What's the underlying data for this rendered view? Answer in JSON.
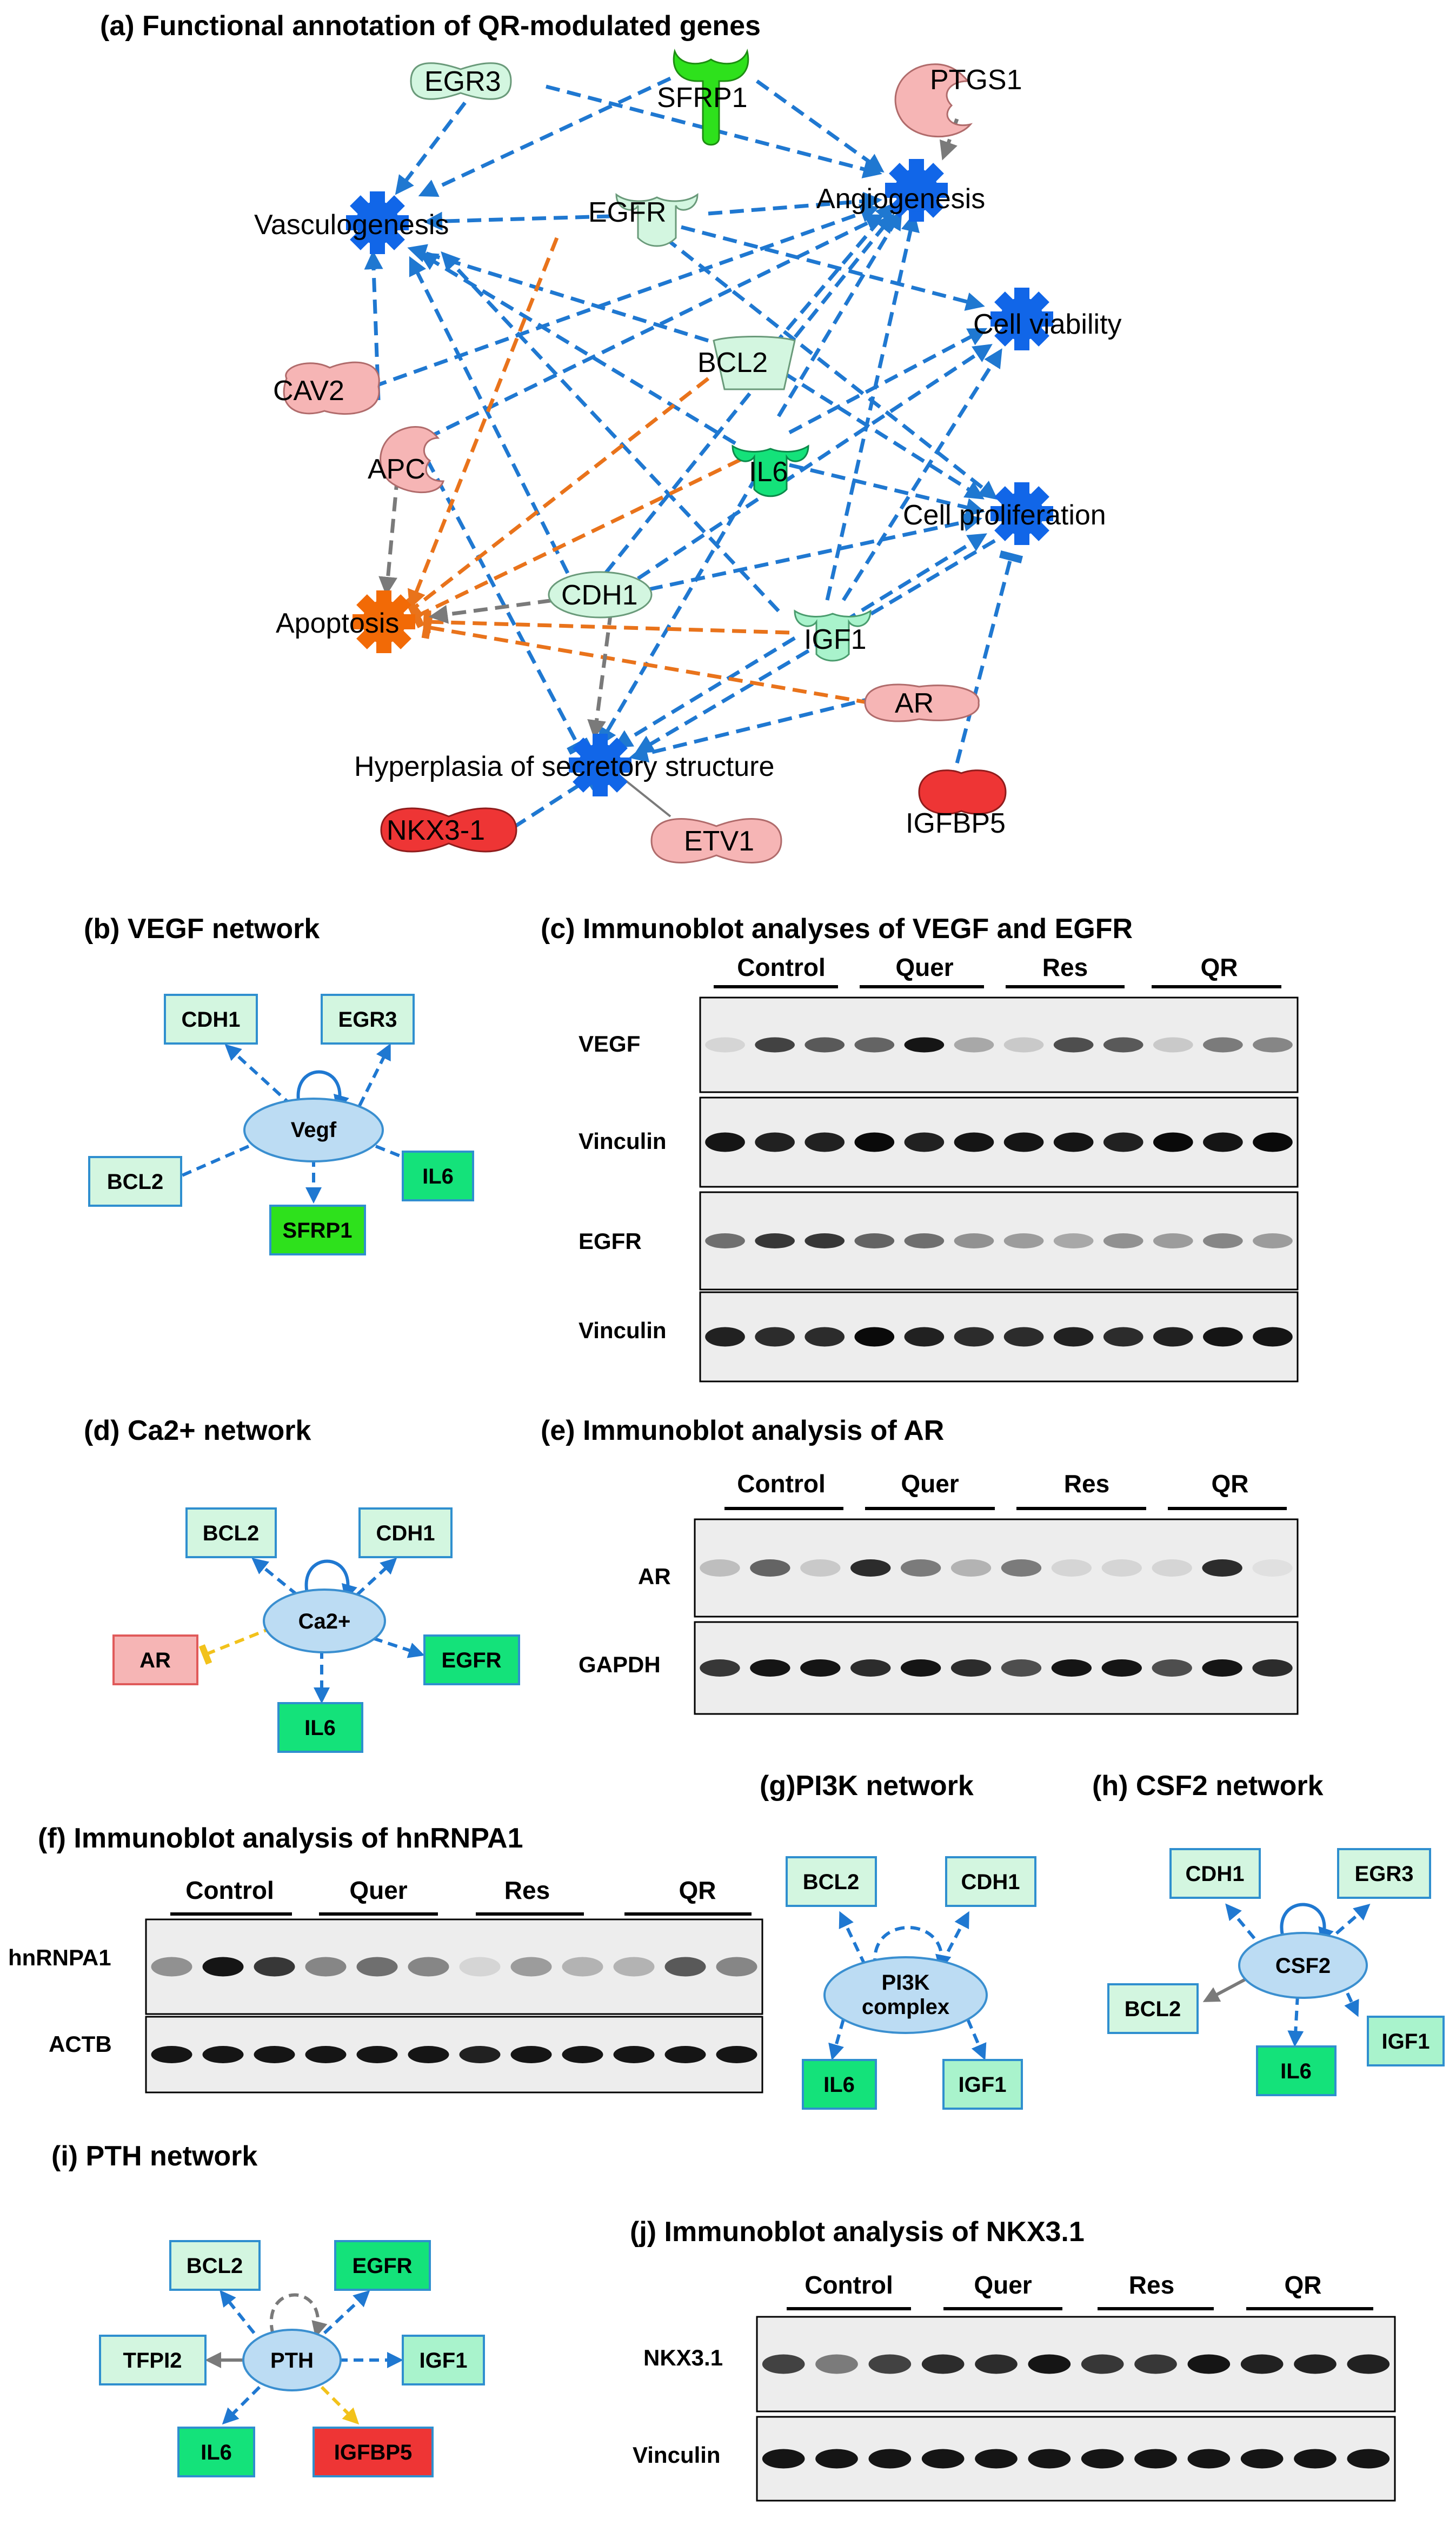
{
  "colors": {
    "edge_blue": "#1f78d1",
    "edge_orange": "#e9731b",
    "edge_gray": "#7a7a7a",
    "edge_yellow": "#f2c21b",
    "function_blue": "#1166e8",
    "function_orange": "#f26a06",
    "hub_fill": "#bcdcf3",
    "hub_stroke": "#3a8fd0",
    "box_stroke": "#2f8fcf",
    "light_green": "#d3f6e0",
    "mid_green": "#a9f3cc",
    "green": "#14e27a",
    "bright_green": "#2ee11c",
    "pink": "#f6b5b5",
    "red": "#ee3535"
  },
  "panel_a": {
    "title": "(a)  Functional annotation of QR-modulated genes",
    "functions": {
      "vasculogenesis": "Vasculogenesis",
      "angiogenesis": "Angiogenesis",
      "cell_viability": "Cell viability",
      "cell_proliferation": "Cell proliferation",
      "apoptosis": "Apoptosis",
      "hyperplasia": "Hyperplasia of secretory structure"
    },
    "genes": {
      "egr3": "EGR3",
      "sfrp1": "SFRP1",
      "ptgs1": "PTGS1",
      "egfr": "EGFR",
      "bcl2": "BCL2",
      "cav2": "CAV2",
      "apc": "APC",
      "il6": "IL6",
      "cdh1": "CDH1",
      "igf1": "IGF1",
      "ar": "AR",
      "nkx31": "NKX3-1",
      "etv1": "ETV1",
      "igfbp5": "IGFBP5"
    }
  },
  "panel_b": {
    "title": "(b)   VEGF network",
    "hub": "Vegf",
    "nodes": {
      "cdh1": "CDH1",
      "egr3": "EGR3",
      "bcl2": "BCL2",
      "il6": "IL6",
      "sfrp1": "SFRP1"
    }
  },
  "panel_c": {
    "title": "(c)  Immunoblot analyses of VEGF and EGFR",
    "groups": [
      "Control",
      "Quer",
      "Res",
      "QR"
    ],
    "rows": [
      "VEGF",
      "Vinculin",
      "EGFR",
      "Vinculin"
    ]
  },
  "panel_d": {
    "title": "(d)  Ca2+ network",
    "hub": "Ca2+",
    "nodes": {
      "bcl2": "BCL2",
      "cdh1": "CDH1",
      "ar": "AR",
      "egfr": "EGFR",
      "il6": "IL6"
    }
  },
  "panel_e": {
    "title": "(e)   Immunoblot analysis of AR",
    "groups": [
      "Control",
      "Quer",
      "Res",
      "QR"
    ],
    "rows": [
      "AR",
      "GAPDH"
    ]
  },
  "panel_f": {
    "title": "(f)   Immunoblot analysis of hnRNPA1",
    "groups": [
      "Control",
      "Quer",
      "Res",
      "QR"
    ],
    "rows": [
      "hnRNPA1",
      "ACTB"
    ]
  },
  "panel_g": {
    "title": "(g)PI3K network",
    "hub_line1": "PI3K",
    "hub_line2": "complex",
    "nodes": {
      "bcl2": "BCL2",
      "cdh1": "CDH1",
      "il6": "IL6",
      "igf1": "IGF1"
    }
  },
  "panel_h": {
    "title": "(h)   CSF2 network",
    "hub": "CSF2",
    "nodes": {
      "cdh1": "CDH1",
      "egr3": "EGR3",
      "bcl2": "BCL2",
      "il6": "IL6",
      "igf1": "IGF1"
    }
  },
  "panel_i": {
    "title": "(i)    PTH network",
    "hub": "PTH",
    "nodes": {
      "bcl2": "BCL2",
      "egfr": "EGFR",
      "tfpi2": "TFPI2",
      "igf1": "IGF1",
      "il6": "IL6",
      "igfbp5": "IGFBP5"
    }
  },
  "panel_j": {
    "title": "(j)   Immunoblot analysis of NKX3.1",
    "groups": [
      "Control",
      "Quer",
      "Res",
      "QR"
    ],
    "rows": [
      "NKX3.1",
      "Vinculin"
    ]
  }
}
